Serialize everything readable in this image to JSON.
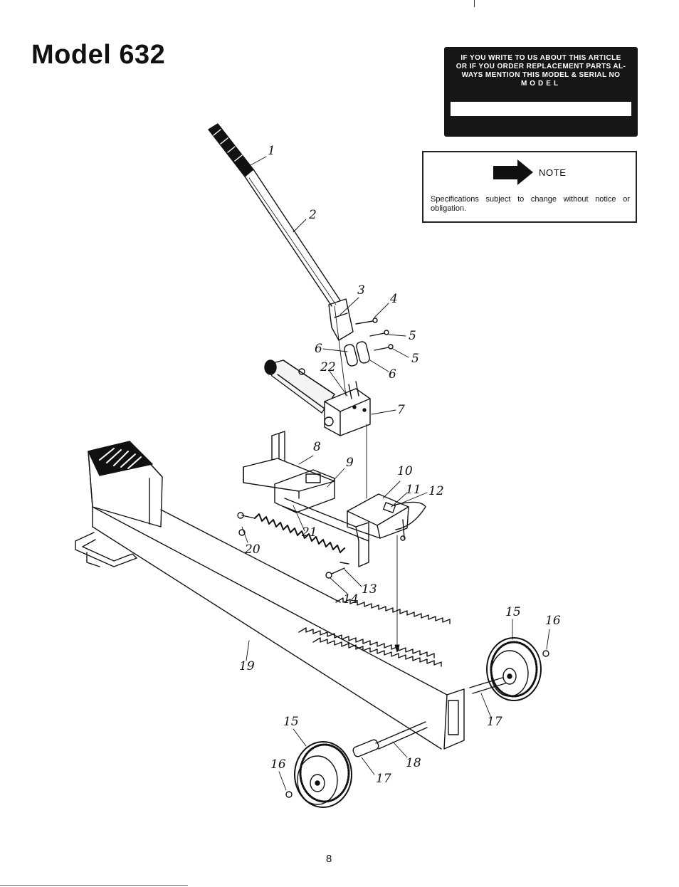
{
  "page": {
    "title": "Model 632",
    "page_number": "8"
  },
  "serial_plate": {
    "lines": [
      "IF YOU WRITE TO US ABOUT THIS ARTICLE",
      "OR IF YOU ORDER REPLACEMENT PARTS AL-",
      "WAYS MENTION THIS MODEL & SERIAL NO"
    ],
    "model_label": "MODEL",
    "model_value": ""
  },
  "note": {
    "label": "NOTE",
    "text": "Specifications subject to change without notice or obligation."
  },
  "callouts": [
    {
      "name": "callout-1",
      "text": "1"
    },
    {
      "name": "callout-2",
      "text": "2"
    },
    {
      "name": "callout-3",
      "text": "3"
    },
    {
      "name": "callout-4",
      "text": "4"
    },
    {
      "name": "callout-5a",
      "text": "5"
    },
    {
      "name": "callout-5b",
      "text": "5"
    },
    {
      "name": "callout-6a",
      "text": "6"
    },
    {
      "name": "callout-6b",
      "text": "6"
    },
    {
      "name": "callout-22",
      "text": "22"
    },
    {
      "name": "callout-7",
      "text": "7"
    },
    {
      "name": "callout-8",
      "text": "8"
    },
    {
      "name": "callout-9",
      "text": "9"
    },
    {
      "name": "callout-10",
      "text": "10"
    },
    {
      "name": "callout-11",
      "text": "11"
    },
    {
      "name": "callout-12",
      "text": "12"
    },
    {
      "name": "callout-20",
      "text": "20"
    },
    {
      "name": "callout-21",
      "text": "21"
    },
    {
      "name": "callout-13",
      "text": "13"
    },
    {
      "name": "callout-14",
      "text": "14"
    },
    {
      "name": "callout-15a",
      "text": "15"
    },
    {
      "name": "callout-16a",
      "text": "16"
    },
    {
      "name": "callout-19",
      "text": "19"
    },
    {
      "name": "callout-17a",
      "text": "17"
    },
    {
      "name": "callout-15b",
      "text": "15"
    },
    {
      "name": "callout-16b",
      "text": "16"
    },
    {
      "name": "callout-18",
      "text": "18"
    },
    {
      "name": "callout-17b",
      "text": "17"
    }
  ],
  "colors": {
    "ink": "#111111",
    "plate": "#161616",
    "paper": "#ffffff"
  }
}
